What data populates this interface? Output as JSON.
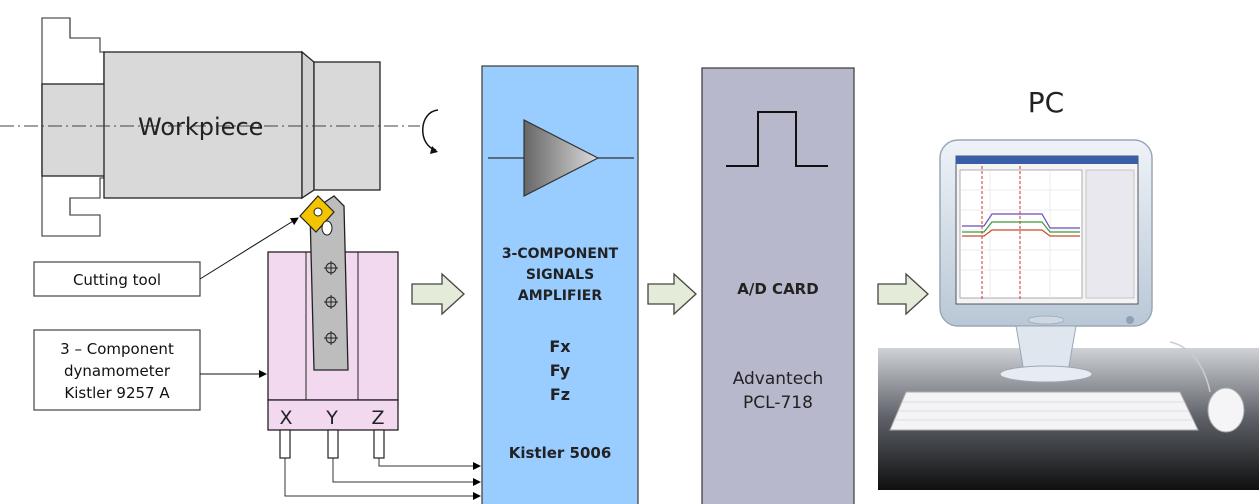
{
  "workpiece": {
    "label": "Workpiece"
  },
  "labels": {
    "cutting_tool": "Cutting tool",
    "dynamometer_line1": "3 – Component",
    "dynamometer_line2": "dynamometer",
    "dynamometer_line3": "Kistler 9257 A"
  },
  "axes": {
    "x": "X",
    "y": "Y",
    "z": "Z"
  },
  "amplifier": {
    "title_line1": "3-COMPONENT",
    "title_line2": "SIGNALS",
    "title_line3": "AMPLIFIER",
    "fx": "Fx",
    "fy": "Fy",
    "fz": "Fz",
    "model": "Kistler 5006"
  },
  "ad_card": {
    "title": "A/D CARD",
    "line1": "Advantech",
    "line2": "PCL-718"
  },
  "pc": {
    "label": "PC"
  },
  "colors": {
    "workpiece_fill": "#d9d9d9",
    "dynamometer_fill": "#f2d9f0",
    "amplifier_fill": "#99ccff",
    "ad_card_fill": "#b8b8cc",
    "tool_insert": "#f5c400",
    "arrow_fill": "#e4ebd8"
  }
}
